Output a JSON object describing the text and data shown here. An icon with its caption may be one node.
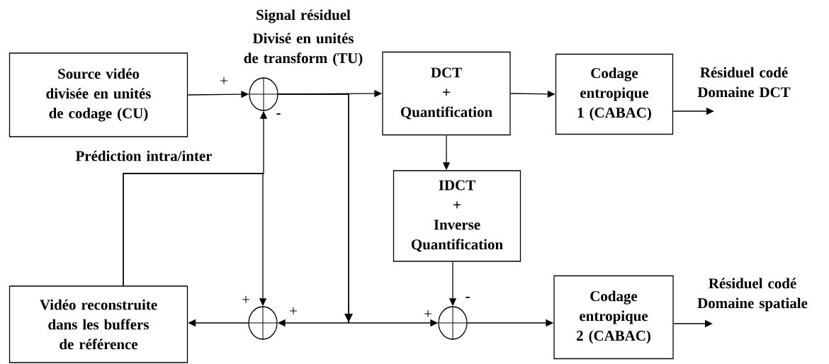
{
  "diagram": {
    "nodes": [
      {
        "text": [
          "Source vidéo divisée en unités de codage (CU)"
        ]
      },
      {
        "text": [],
        "shape": "circle"
      },
      {
        "text": [
          "DCT",
          "+",
          "Quantification"
        ]
      },
      {
        "text": [
          "Codage entropique 1 (CABAC)"
        ]
      },
      {
        "text": [
          "IDCT",
          "+",
          "Inverse Quantification"
        ]
      },
      {
        "text": [
          "Vidéo reconstruite dans les buffers de référence"
        ]
      },
      {
        "text": [],
        "shape": "circle"
      },
      {
        "text": [],
        "shape": "circle"
      },
      {
        "text": [
          "Codage entropique 2 (CABAC)"
        ]
      },
      {
        "text": [
          "Résiduel codé",
          "Domaine DCT"
        ]
      },
      {
        "text": [
          "Résiduel codé",
          "Domaine spatiale"
        ]
      }
    ],
    "edges": [
      {
        "from": 0,
        "to": 1,
        "arrow": "to"
      },
      {
        "from": 1,
        "to": 2,
        "arrow": "to"
      },
      {
        "from": 2,
        "to": 3,
        "arrow": "to"
      },
      {
        "from": 3,
        "to": 9,
        "arrow": "to"
      },
      {
        "from": 2,
        "to": 4,
        "arrow": "to"
      },
      {
        "from": 4,
        "to": 7,
        "arrow": "to"
      },
      {
        "from": 7,
        "to": 8,
        "arrow": "to"
      },
      {
        "from": 8,
        "to": 10,
        "arrow": "to"
      },
      {
        "from": 1,
        "to": 6,
        "arrow": "to"
      },
      {
        "from": 1,
        "to": 7,
        "arrow": "to"
      },
      {
        "from": 5,
        "to": 1,
        "arrow": "to"
      },
      {
        "from": 5,
        "to": 6,
        "arrow": "to"
      },
      {
        "from": 6,
        "to": 5,
        "arrow": "to"
      }
    ],
    "labels": [
      "Signal résiduel",
      "Divisé en unités de transform (TU)",
      "+",
      "-",
      "Prédiction intra/inter",
      "-",
      "+",
      "+",
      "+"
    ]
  }
}
